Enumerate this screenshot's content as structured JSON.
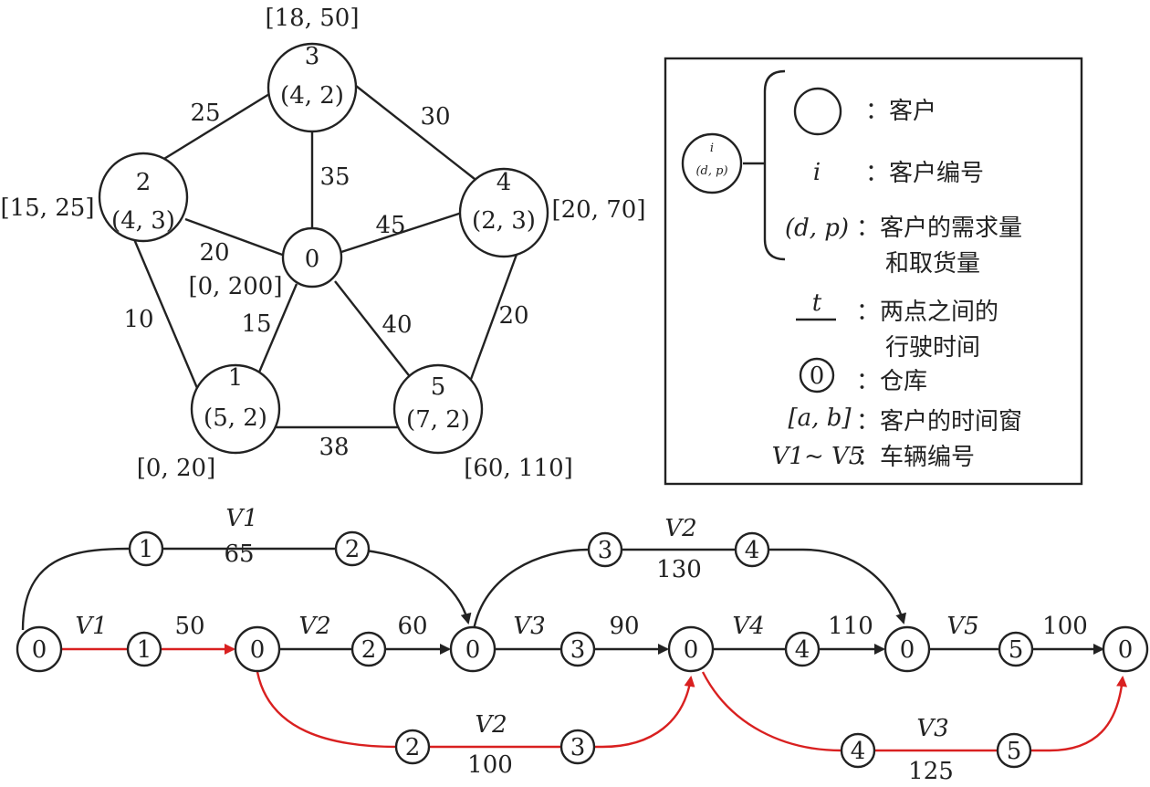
{
  "graph": {
    "nodes": [
      {
        "id": "0",
        "demand": "",
        "window": "[0, 200]"
      },
      {
        "id": "1",
        "demand": "(5, 2)",
        "window": "[0, 20]"
      },
      {
        "id": "2",
        "demand": "(4, 3)",
        "window": "[15, 25]"
      },
      {
        "id": "3",
        "demand": "(4, 2)",
        "window": "[18, 50]"
      },
      {
        "id": "4",
        "demand": "(2, 3)",
        "window": "[20, 70]"
      },
      {
        "id": "5",
        "demand": "(7, 2)",
        "window": "[60, 110]"
      }
    ],
    "edges": [
      {
        "from": "2",
        "to": "3",
        "time": "25"
      },
      {
        "from": "3",
        "to": "4",
        "time": "30"
      },
      {
        "from": "3",
        "to": "0",
        "time": "35"
      },
      {
        "from": "2",
        "to": "0",
        "time": "20"
      },
      {
        "from": "0",
        "to": "4",
        "time": "45"
      },
      {
        "from": "2",
        "to": "1",
        "time": "10"
      },
      {
        "from": "0",
        "to": "1",
        "time": "15"
      },
      {
        "from": "0",
        "to": "5",
        "time": "40"
      },
      {
        "from": "4",
        "to": "5",
        "time": "20"
      },
      {
        "from": "1",
        "to": "5",
        "time": "38"
      }
    ]
  },
  "legend": {
    "sample_i": "i",
    "sample_dp": "(d, p)",
    "customer": "：客户",
    "i_symbol": "i",
    "customer_id": "：客户编号",
    "dp_symbol": "(d, p)",
    "dp_desc_1": "：客户的需求量",
    "dp_desc_2": "和取货量",
    "t_symbol": "t",
    "t_desc_1": "：两点之间的",
    "t_desc_2": "行驶时间",
    "depot_symbol": "0",
    "depot": "：仓库",
    "ab_symbol": "[a, b]",
    "ab_desc": "：客户的时间窗",
    "vehicle_symbol": "V1~ V5",
    "vehicle_desc": "：车辆编号"
  },
  "routes": {
    "main_nodes": [
      "0",
      "1",
      "0",
      "2",
      "0",
      "3",
      "0",
      "4",
      "0",
      "5",
      "0"
    ],
    "main_vehicles": [
      "V1",
      "V2",
      "V3",
      "V4",
      "V5"
    ],
    "main_times": [
      "50",
      "60",
      "90",
      "110",
      "100"
    ],
    "arc_v1": {
      "vehicle": "V1",
      "time": "65",
      "nodes": [
        "1",
        "2"
      ]
    },
    "arc_v2_top": {
      "vehicle": "V2",
      "time": "130",
      "nodes": [
        "3",
        "4"
      ]
    },
    "arc_v2_bottom": {
      "vehicle": "V2",
      "time": "100",
      "nodes": [
        "2",
        "3"
      ]
    },
    "arc_v3_bottom": {
      "vehicle": "V3",
      "time": "125",
      "nodes": [
        "4",
        "5"
      ]
    },
    "colors": {
      "black": "#222222",
      "red": "#d92020"
    }
  }
}
